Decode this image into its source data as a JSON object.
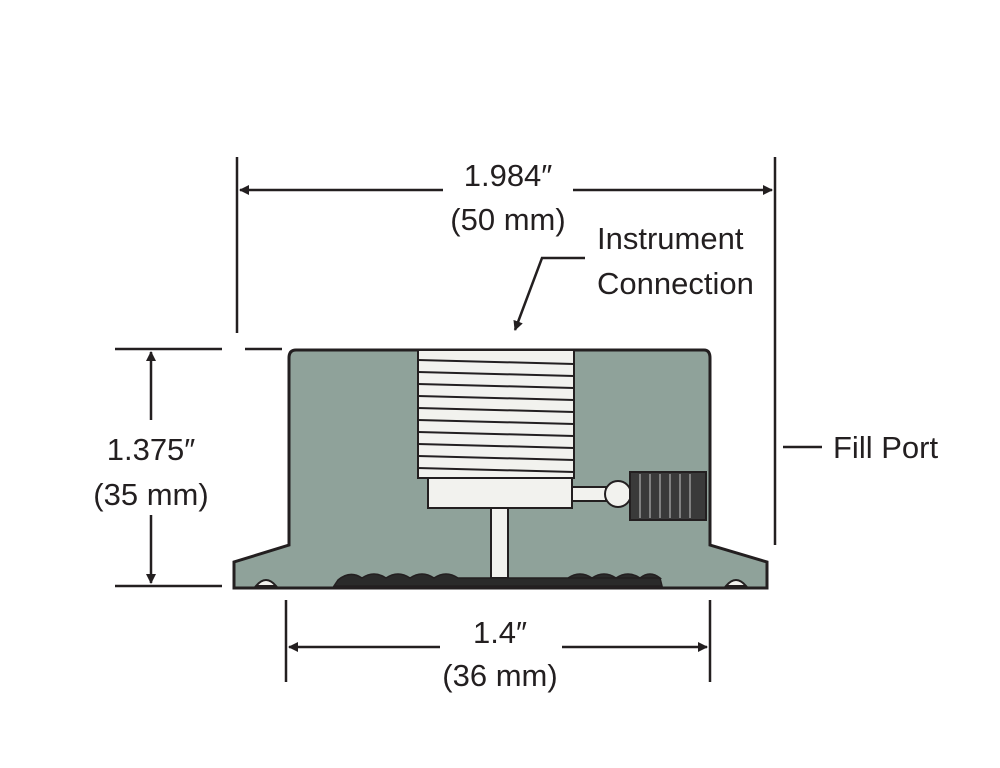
{
  "diagram": {
    "width_dimension": {
      "inches": "1.984″",
      "mm": "(50 mm)"
    },
    "height_dimension": {
      "inches": "1.375″",
      "mm": "(35 mm)"
    },
    "base_dimension": {
      "inches": "1.4″",
      "mm": "(36 mm)"
    },
    "callouts": {
      "instrument_line1": "Instrument",
      "instrument_line2": "Connection",
      "fill_port": "Fill Port"
    },
    "colors": {
      "body": "#8fa29a",
      "line": "#231f20"
    }
  }
}
